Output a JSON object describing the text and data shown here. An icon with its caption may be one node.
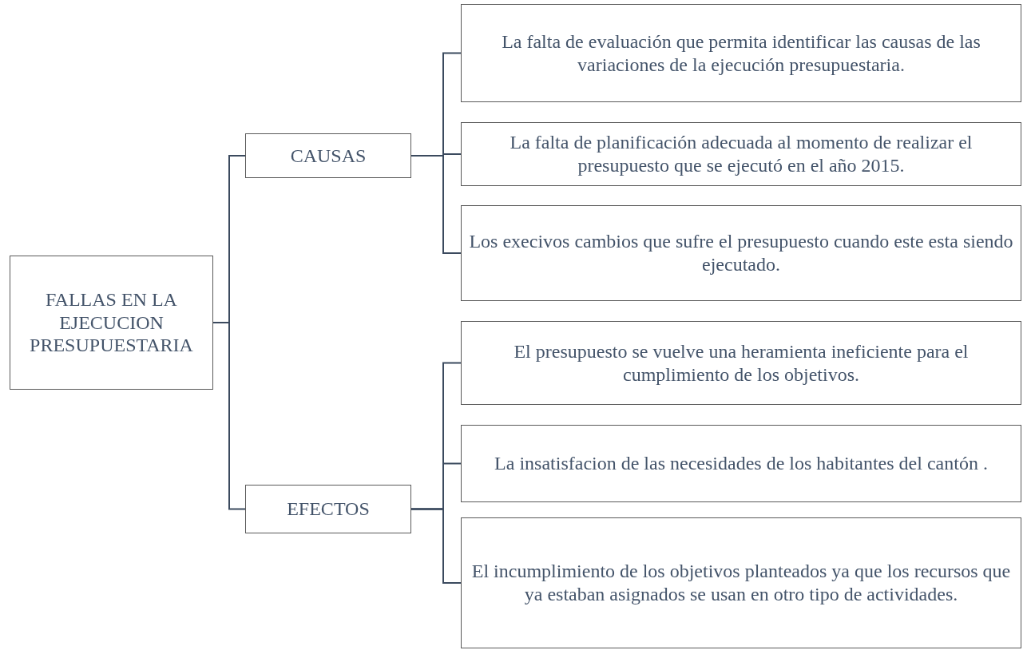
{
  "diagram": {
    "nodes": [
      {
        "text": [
          "FALLAS EN LA EJECUCION PRESUPUESTARIA"
        ]
      },
      {
        "text": [
          "CAUSAS"
        ]
      },
      {
        "text": [
          "EFECTOS"
        ]
      },
      {
        "text": [
          "La falta de evaluación que permita  identificar las causas de las variaciones de la ejecución presupuestaria."
        ]
      },
      {
        "text": [
          "La falta de planificación adecuada al momento de realizar el presupuesto que se ejecutó en el año 2015."
        ]
      },
      {
        "text": [
          "Los execivos cambios que sufre el presupuesto cuando este esta siendo ejecutado."
        ]
      },
      {
        "text": [
          "El presupuesto se vuelve una heramienta  ineficiente para el cumplimiento de los objetivos."
        ]
      },
      {
        "text": [
          "La insatisfacion de las necesidades de los habitantes del cantón ."
        ]
      },
      {
        "text": [
          "El incumplimiento de los objetivos planteados ya que los recursos que ya estaban asignados se usan en otro tipo de actividades."
        ]
      }
    ],
    "edges": [
      {
        "from": 0,
        "to": 1,
        "arrow": "none"
      },
      {
        "from": 0,
        "to": 2,
        "arrow": "none"
      },
      {
        "from": 1,
        "to": 3,
        "arrow": "none"
      },
      {
        "from": 1,
        "to": 4,
        "arrow": "none"
      },
      {
        "from": 1,
        "to": 5,
        "arrow": "none"
      },
      {
        "from": 2,
        "to": 6,
        "arrow": "none"
      },
      {
        "from": 2,
        "to": 7,
        "arrow": "none"
      },
      {
        "from": 2,
        "to": 8,
        "arrow": "none"
      }
    ]
  }
}
